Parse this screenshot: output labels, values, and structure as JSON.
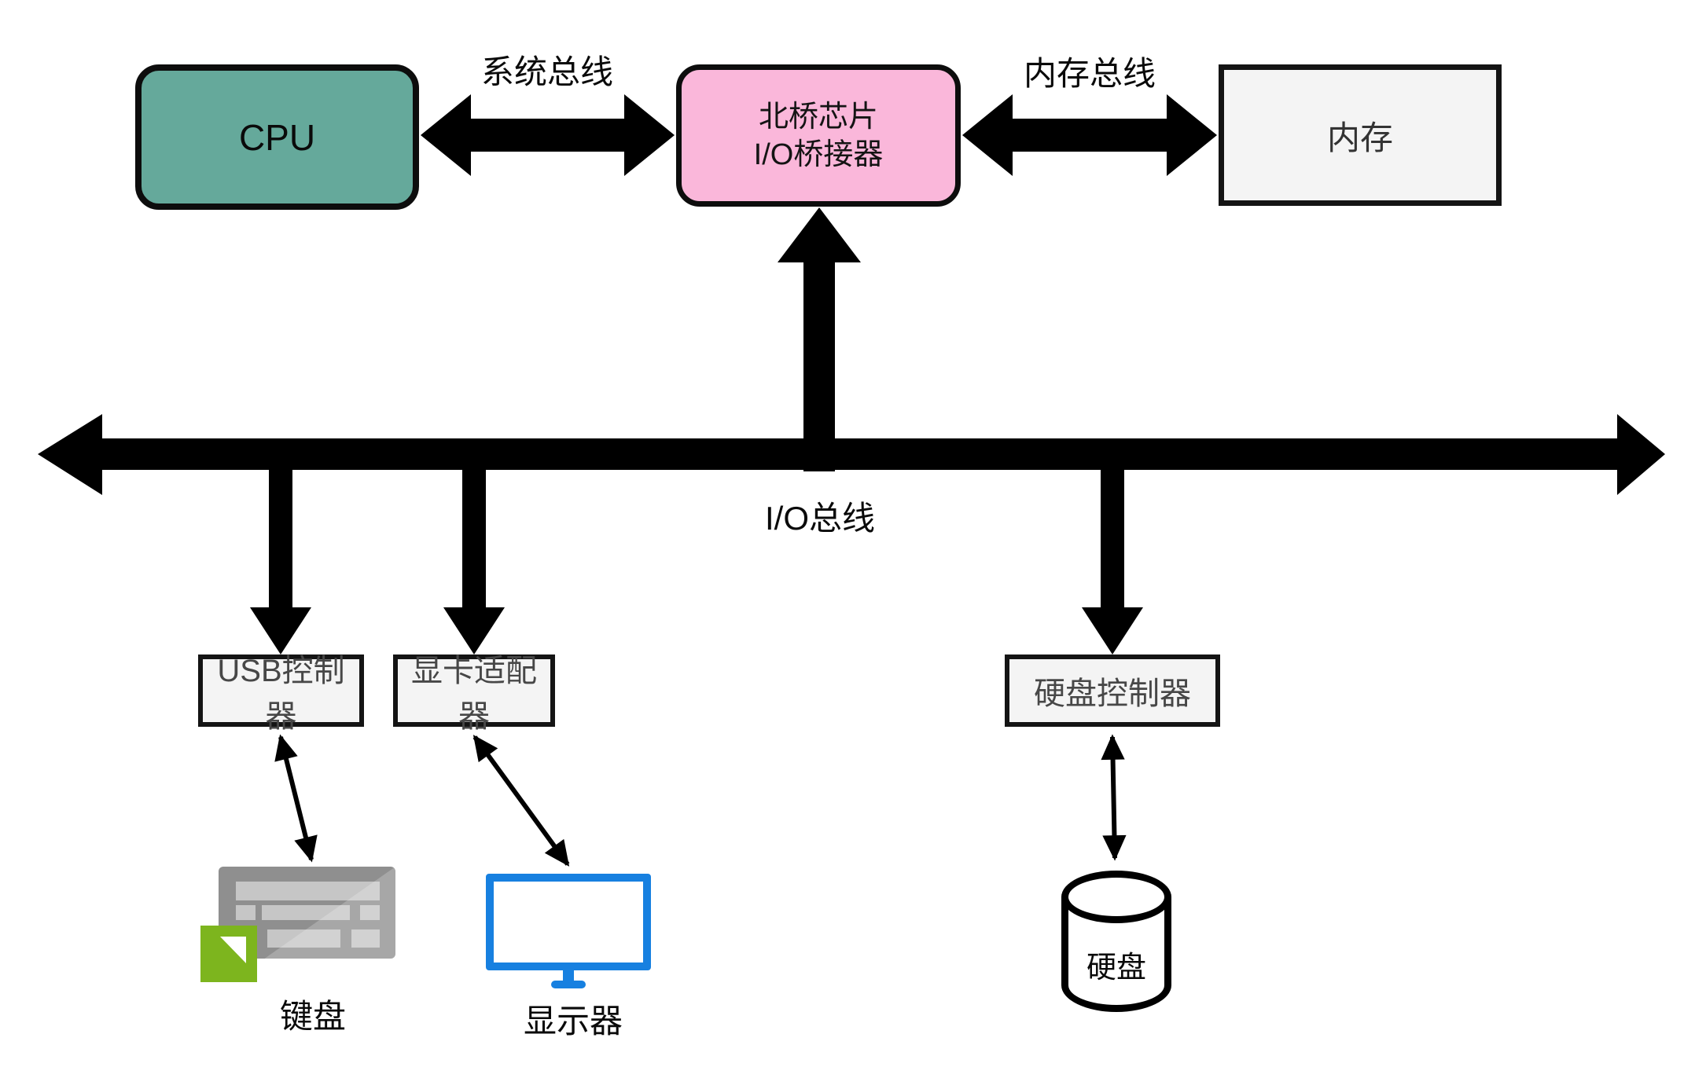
{
  "diagram": {
    "boxes": {
      "cpu": {
        "label": "CPU"
      },
      "northbridge": {
        "label_line1": "北桥芯片",
        "label_line2": "I/O桥接器"
      },
      "memory": {
        "label": "内存"
      },
      "usb_controller": {
        "label": "USB控制器"
      },
      "graphics_adapter": {
        "label": "显卡适配器"
      },
      "disk_controller": {
        "label": "硬盘控制器"
      }
    },
    "bus_labels": {
      "system_bus": "系统总线",
      "memory_bus": "内存总线",
      "io_bus": "I/O总线"
    },
    "devices": {
      "keyboard": {
        "label": "键盘",
        "icon": "keyboard-icon"
      },
      "monitor": {
        "label": "显示器",
        "icon": "monitor-icon"
      },
      "hard_disk": {
        "label": "硬盘",
        "icon": "cylinder-icon"
      }
    },
    "colors": {
      "arrow": "#000000",
      "cpu_fill": "#65a99b",
      "northbridge_fill": "#fab7da",
      "plain_box_fill": "#f4f4f4",
      "monitor_blue": "#1780e0",
      "keyboard_green": "#7db51e",
      "keyboard_gray": "#8f8f8f",
      "keyboard_key_gray": "#c6c6c6",
      "border_black": "#0d0d0d"
    }
  }
}
